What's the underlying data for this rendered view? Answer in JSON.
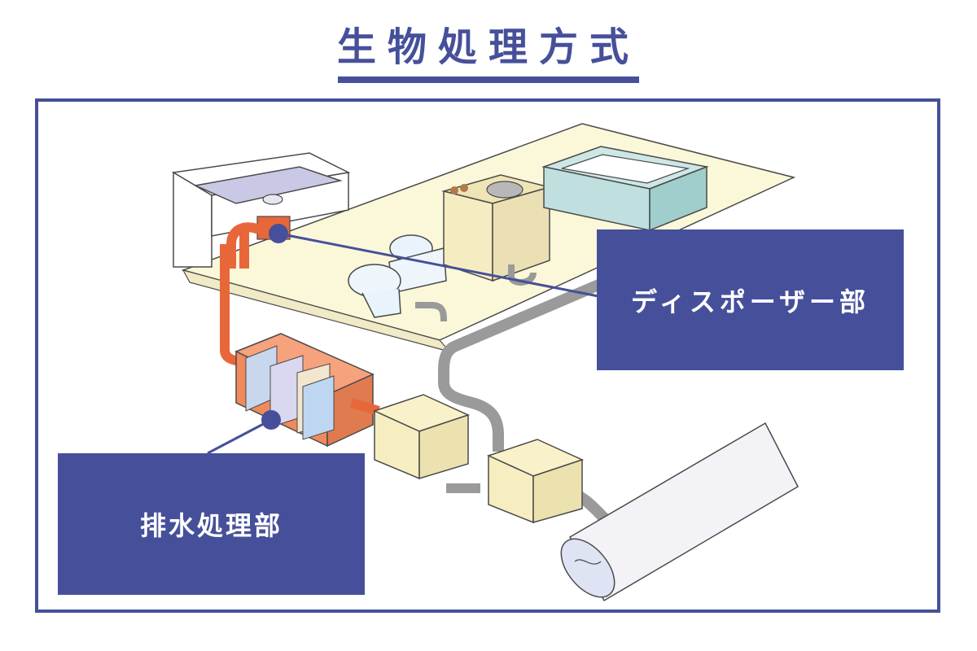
{
  "title": "生物処理方式",
  "labels": {
    "disposer": "ディスポーザー部",
    "drain_treatment": "排水処理部"
  },
  "colors": {
    "accent": "#46509a",
    "floor": "#fbf7d9",
    "pipe_orange": "#e8673a",
    "tank_orange": "#f08a5d",
    "pipe_gray": "#9a9a9a",
    "box_cream": "#f6eec1",
    "tub_teal": "#bfe0df",
    "water_blue": "#bfd2ee"
  }
}
